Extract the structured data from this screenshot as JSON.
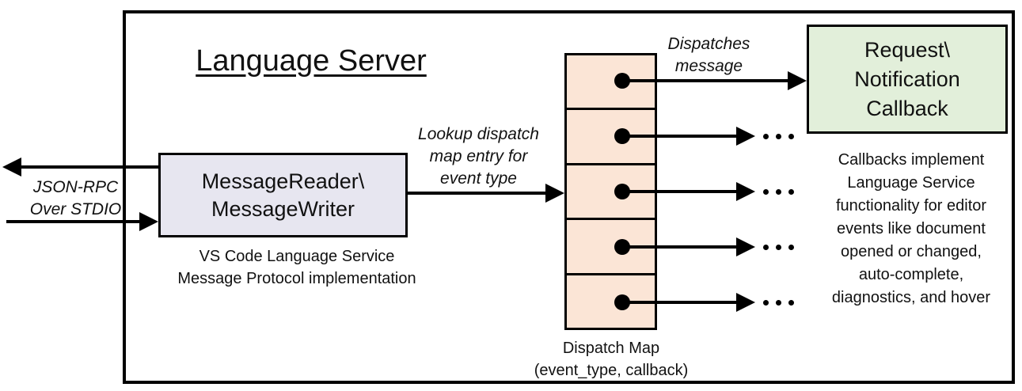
{
  "title": "Language Server",
  "boxes": {
    "message": {
      "lines": [
        "MessageReader\\",
        "MessageWriter"
      ],
      "fill": "#E7E6F0"
    },
    "callback": {
      "lines": [
        "Request\\",
        "Notification",
        "Callback"
      ],
      "fill": "#E2EFDA"
    },
    "dispatch_map": {
      "cell_count": 5,
      "fill": "#FBE5D6",
      "label_lines": [
        "Dispatch Map",
        "(event_type, callback)"
      ]
    }
  },
  "labels": {
    "json_rpc": {
      "lines": [
        "JSON-RPC",
        "Over STDIO"
      ]
    },
    "lookup": {
      "lines": [
        "Lookup dispatch",
        "map entry for",
        "event type"
      ]
    },
    "dispatches": {
      "lines": [
        "Dispatches",
        "message"
      ]
    },
    "message_caption": {
      "lines": [
        "VS Code Language Service",
        "Message Protocol implementation"
      ]
    },
    "callback_caption": {
      "lines": [
        "Callbacks implement",
        "Language Service",
        "functionality for editor",
        "events like document",
        "opened or changed,",
        "auto-complete,",
        "diagnostics, and hover"
      ]
    }
  },
  "ellipsis": "...",
  "colors": {
    "border": "#000000",
    "arrow": "#000000",
    "message_box_fill": "#E7E6F0",
    "dispatch_cell_fill": "#FBE5D6",
    "callback_box_fill": "#E2EFDA"
  }
}
